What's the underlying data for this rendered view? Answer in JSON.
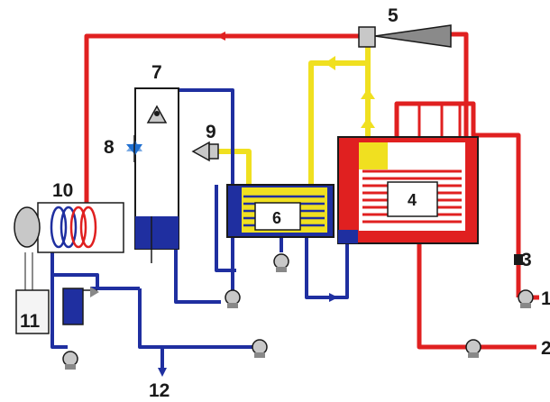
{
  "colors": {
    "hot": "#e02020",
    "cold": "#1f2fa0",
    "vapor": "#f0e020",
    "equipment": "#c8c8c8",
    "outline": "#1a1a1a"
  },
  "labels": {
    "l1": "1",
    "l2": "2",
    "l3": "3",
    "l4": "4",
    "l5": "5",
    "l6": "6",
    "l7": "7",
    "l8": "8",
    "l9": "9",
    "l10": "10",
    "l11": "11",
    "l12": "12"
  },
  "icons": [
    "pump-icon",
    "valve-icon",
    "arrow-icon",
    "coil-icon",
    "heat-exchanger-icon"
  ]
}
